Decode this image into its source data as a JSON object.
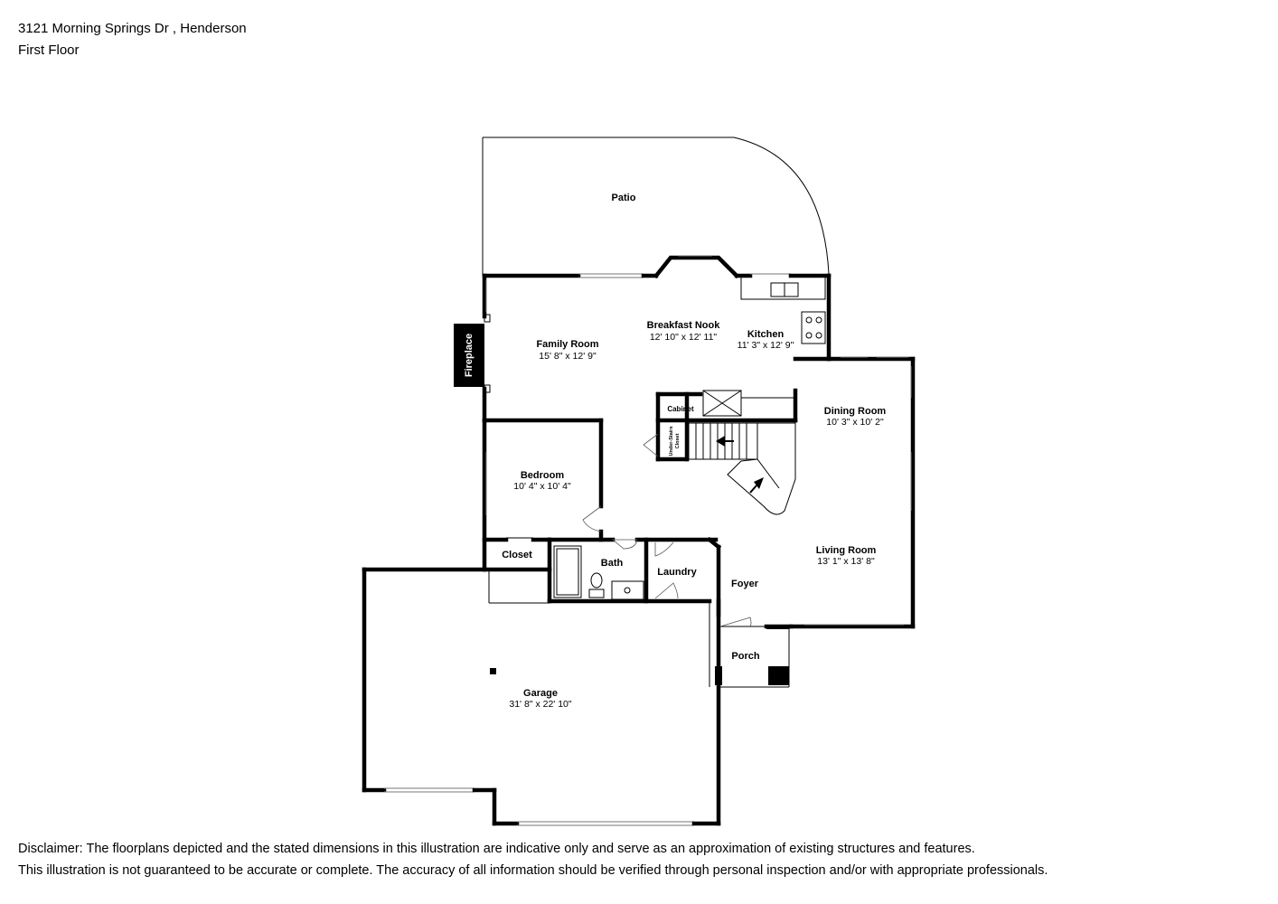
{
  "header": {
    "address": "3121 Morning Springs Dr , Henderson",
    "floor": "First Floor"
  },
  "rooms": {
    "patio": {
      "name": "Patio"
    },
    "family_room": {
      "name": "Family Room",
      "dims": "15' 8\" x 12' 9\""
    },
    "breakfast_nook": {
      "name": "Breakfast Nook",
      "dims": "12' 10\" x 12' 11\""
    },
    "kitchen": {
      "name": "Kitchen",
      "dims": "11' 3\" x 12' 9\""
    },
    "fireplace": {
      "name": "Fireplace"
    },
    "cabinet": {
      "name": "Cabinet"
    },
    "under_stairs_closet": {
      "line1": "Under-Stairs",
      "line2": "Closet"
    },
    "dining_room": {
      "name": "Dining Room",
      "dims": "10' 3\" x 10' 2\""
    },
    "bedroom": {
      "name": "Bedroom",
      "dims": "10' 4\" x 10' 4\""
    },
    "living_room": {
      "name": "Living Room",
      "dims": "13' 1\" x 13' 8\""
    },
    "closet": {
      "name": "Closet"
    },
    "bath": {
      "name": "Bath"
    },
    "laundry": {
      "name": "Laundry"
    },
    "foyer": {
      "name": "Foyer"
    },
    "porch": {
      "name": "Porch"
    },
    "garage": {
      "name": "Garage",
      "dims": "31' 8\" x 22' 10\""
    }
  },
  "disclaimer": {
    "line1": "Disclaimer: The floorplans depicted and the stated dimensions in this illustration are indicative only and serve as an approximation of existing structures and features.",
    "line2": "This illustration is not guaranteed to be accurate or complete. The accuracy of all information should be verified through personal inspection and/or with appropriate professionals."
  }
}
